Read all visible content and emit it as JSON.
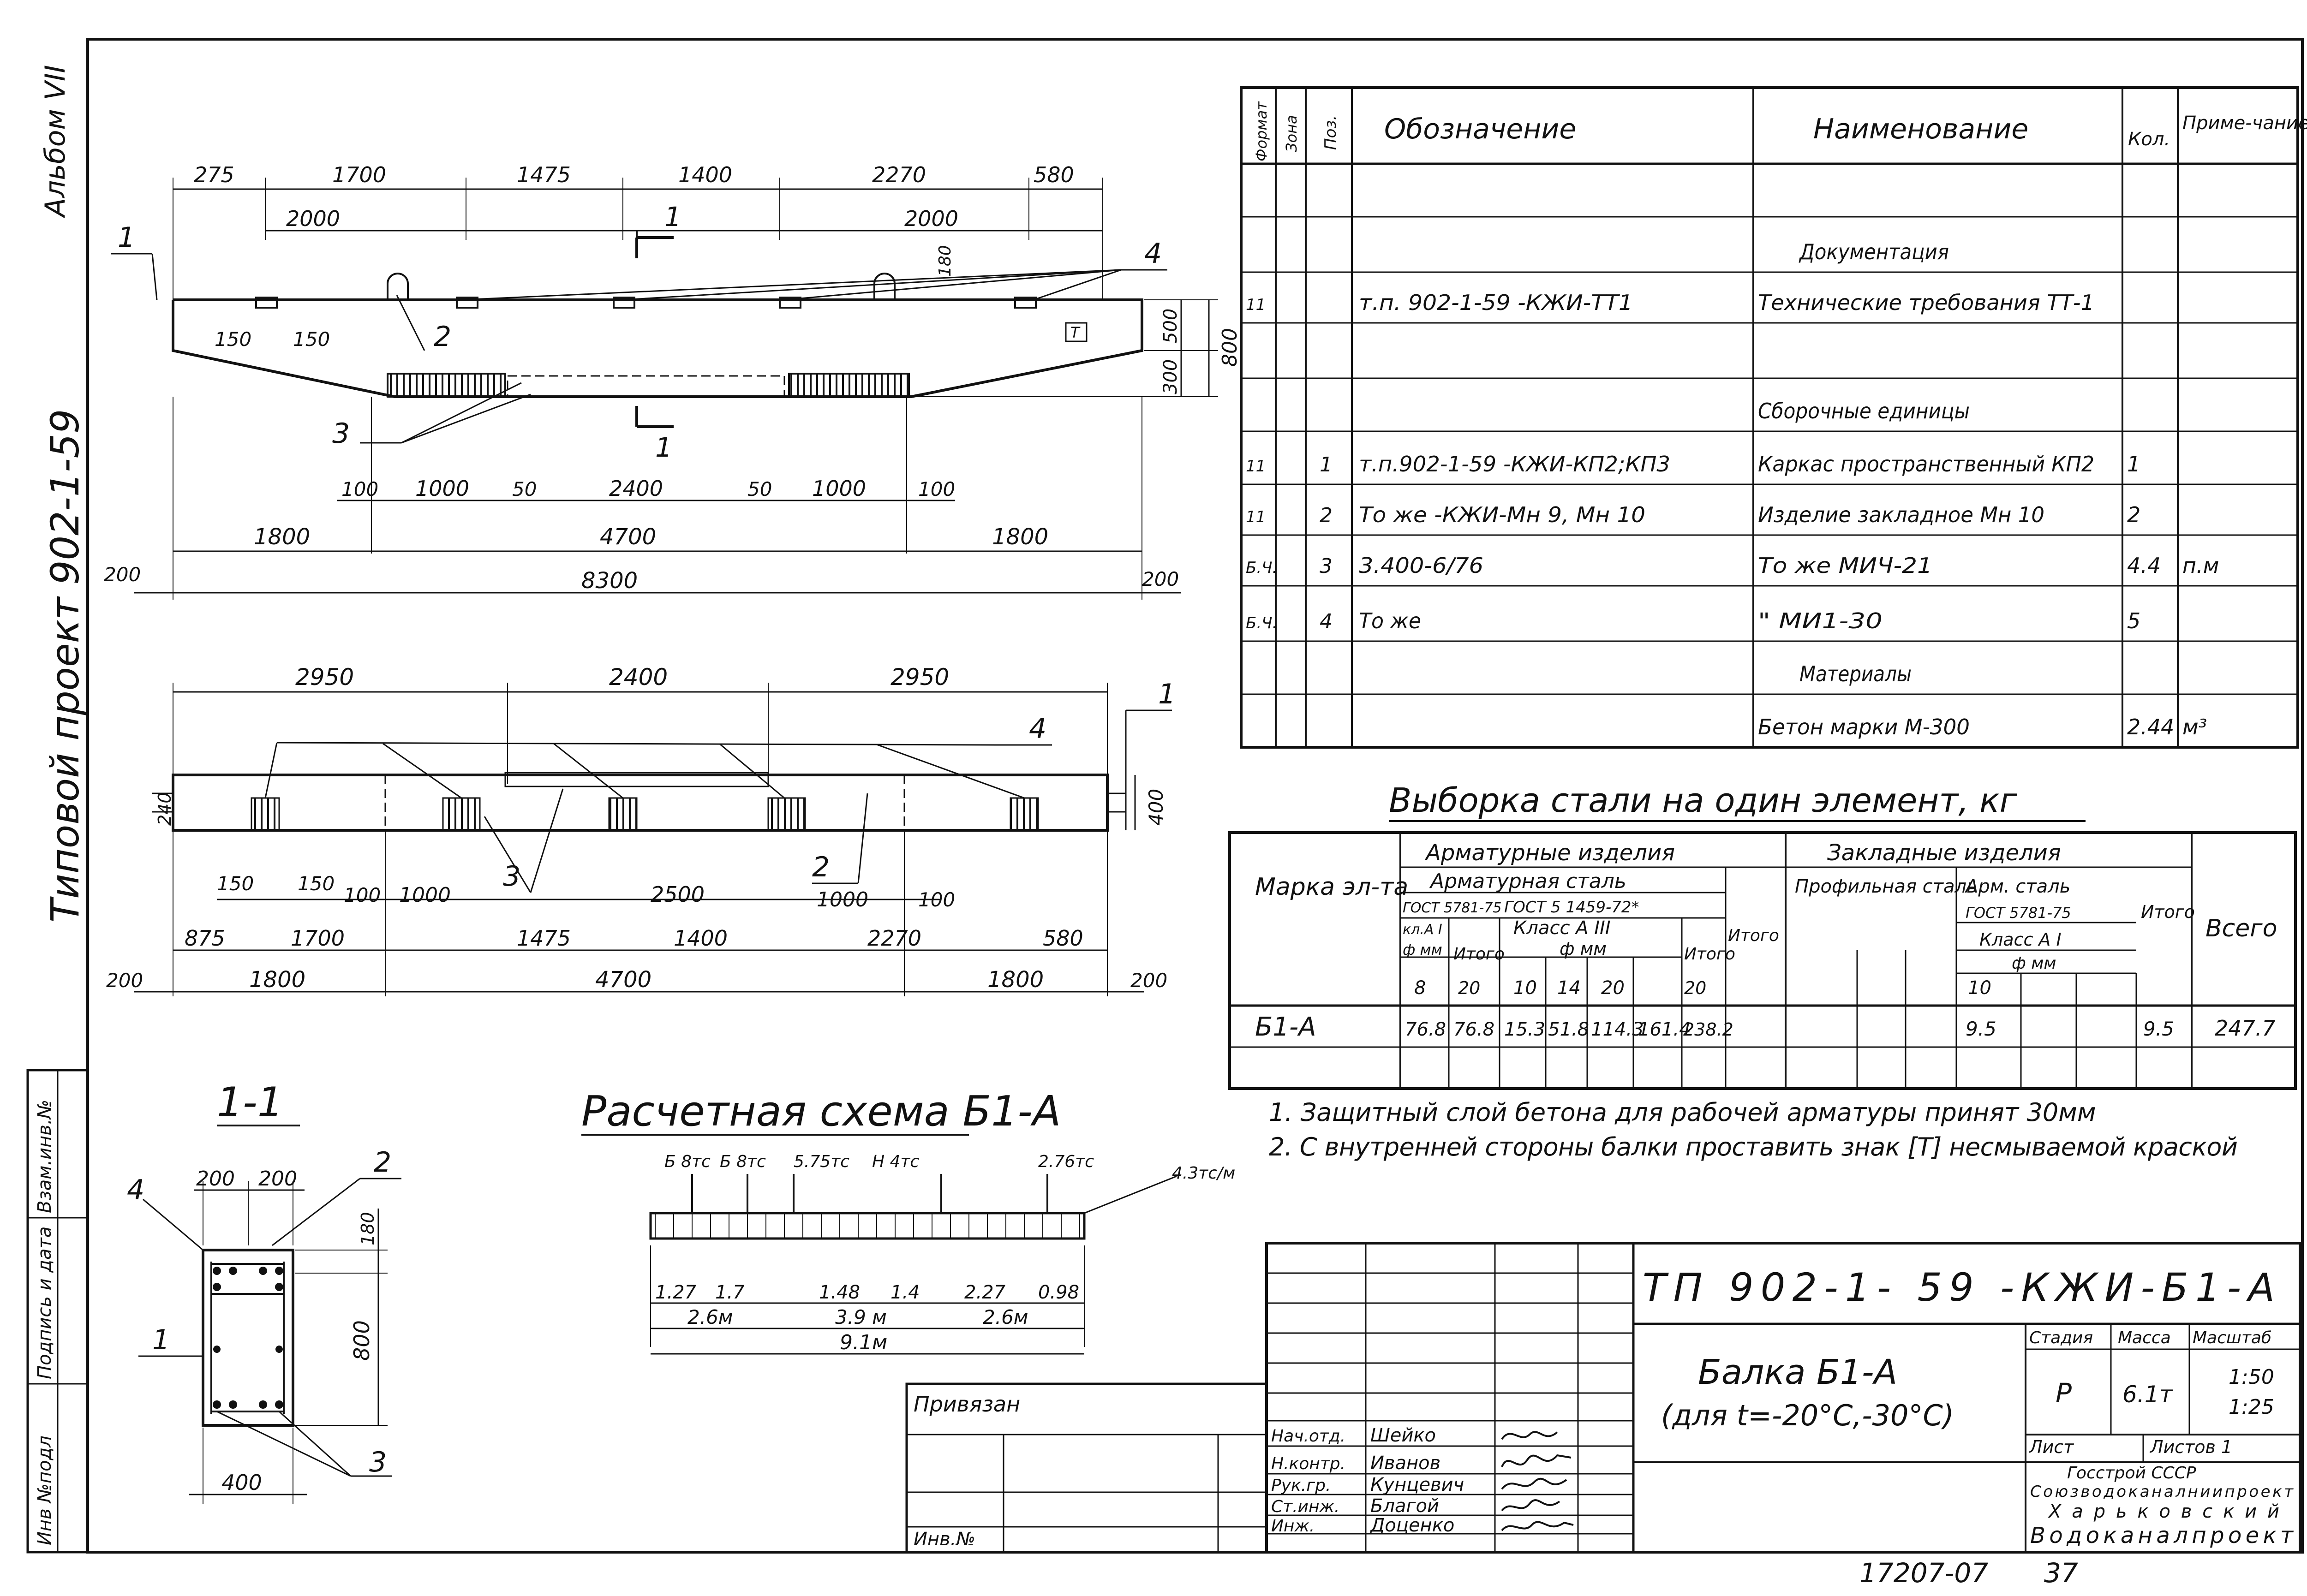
{
  "side": {
    "album": "Альбом VII",
    "project": "Типовой проект 902-1-59",
    "stamp_labels": [
      "Инв №подл",
      "Подпись и дата",
      "Взам.инв.№"
    ]
  },
  "elevation": {
    "top_dims": [
      "275",
      "1700",
      "1475",
      "1400",
      "2270",
      "580"
    ],
    "bracket_dims": [
      "2000",
      "2000"
    ],
    "callouts": [
      "1",
      "2",
      "3",
      "4"
    ],
    "local_dims": [
      "150",
      "150",
      "180"
    ],
    "section_mark": "1",
    "height_dims": [
      "500",
      "800",
      "300"
    ],
    "bottom_row1": [
      "100",
      "1000",
      "50",
      "2400",
      "50",
      "1000",
      "100"
    ],
    "bottom_row2": [
      "1800",
      "4700",
      "1800"
    ],
    "overall": "8300",
    "end_offsets": [
      "200",
      "200"
    ],
    "marker": "T"
  },
  "plan": {
    "top_dims": [
      "2950",
      "2400",
      "2950"
    ],
    "callouts": [
      "1",
      "4",
      "3",
      "2"
    ],
    "height_dims": [
      "240",
      "400"
    ],
    "row1": [
      "150",
      "150",
      "100",
      "1000",
      "2500",
      "1000",
      "100"
    ],
    "row2": [
      "875",
      "1700",
      "1475",
      "1400",
      "2270",
      "580"
    ],
    "row3": [
      "200",
      "1800",
      "4700",
      "1800",
      "200"
    ]
  },
  "section": {
    "title": "1-1",
    "top_dims": [
      "200",
      "200"
    ],
    "callouts": [
      "4",
      "2",
      "1",
      "3"
    ],
    "right_dims": [
      "180",
      "800"
    ],
    "bottom_dim": "400"
  },
  "scheme": {
    "title": "Расчетная схема Б1-А",
    "loads": [
      "Б 8тс",
      "Б 8тс",
      "5.75тс",
      "Н 4тс",
      "2.76тс",
      "4.3тс/м"
    ],
    "dims_row1": [
      "1.27",
      "1.7",
      "1.48",
      "1.4",
      "2.27",
      "0.98"
    ],
    "dims_row2": [
      "2.6м",
      "3.9 м",
      "2.6м"
    ],
    "dims_total": "9.1м"
  },
  "spec": {
    "headers": [
      "Формат",
      "Зона",
      "Поз.",
      "Обозначение",
      "Наименование",
      "Кол.",
      "Приме-чание"
    ],
    "rows": [
      [
        "",
        "",
        "",
        "",
        "",
        "",
        ""
      ],
      [
        "",
        "",
        "",
        "",
        "Документация",
        "",
        ""
      ],
      [
        "11",
        "",
        "",
        "т.п. 902-1-59 -КЖИ-ТТ1",
        "Технические требования ТТ-1",
        "",
        ""
      ],
      [
        "",
        "",
        "",
        "",
        "",
        "",
        ""
      ],
      [
        "",
        "",
        "",
        "",
        "Сборочные единицы",
        "",
        ""
      ],
      [
        "11",
        "",
        "1",
        "т.п.902-1-59 -КЖИ-КП2;КП3",
        "Каркас пространственный КП2",
        "1",
        ""
      ],
      [
        "11",
        "",
        "2",
        "То же  -КЖИ-Мн 9, Мн 10",
        "Изделие закладное Мн 10",
        "2",
        ""
      ],
      [
        "Б.Ч.",
        "",
        "3",
        "3.400-6/76",
        "То же   МИЧ-21",
        "4.4",
        "п.м"
      ],
      [
        "Б.Ч.",
        "",
        "4",
        "То же",
        "\"   МИ1-30",
        "5",
        ""
      ],
      [
        "",
        "",
        "",
        "",
        "Материалы",
        "",
        ""
      ],
      [
        "",
        "",
        "",
        "",
        "Бетон марки М-300",
        "2.44",
        "м³"
      ]
    ]
  },
  "steel": {
    "title": "Выборка стали на один элемент, кг",
    "h_mark": "Марка эл-та",
    "h_arm_products": "Арматурные изделия",
    "h_arm_steel": "Арматурная сталь",
    "h_gost1": "ГОСТ 5781-75",
    "h_gost2": "ГОСТ 5 1459-72*",
    "h_class_ai": "кл.А I",
    "h_class_aiii": "Класс А III",
    "h_dia": "ф мм",
    "h_itogo": "Итого",
    "h_embedded": "Закладные изделия",
    "h_profile": "Профильная сталь",
    "h_arm_steel2": "Арм. сталь",
    "h_gost3": "ГОСТ 5781-75",
    "h_class_ai2": "Класс А I",
    "h_total": "Всего",
    "dia_values": [
      "8",
      "10",
      "14",
      "20",
      "10"
    ],
    "row": {
      "mark": "Б1-А",
      "a8": "76.8",
      "itogo1": "76.8",
      "a10": "15.3",
      "a14": "51.8",
      "a20": "114.3",
      "itogo2": "161.4",
      "itogo3": "238.2",
      "e10": "9.5",
      "itogo4": "9.5",
      "total": "247.7"
    }
  },
  "notes": [
    "1. Защитный слой бетона для рабочей арматуры принят 30мм",
    "2. С внутренней стороны балки проставить знак [Т] несмываемой краской"
  ],
  "titleblock": {
    "code": "ТП 902-1-  59  -КЖИ-Б1-А",
    "name1": "Балка Б1-А",
    "name2": "(для t=-20°С,-30°С)",
    "h_stage": "Стадия",
    "h_mass": "Масса",
    "h_scale": "Масштаб",
    "stage": "Р",
    "mass": "6.1т",
    "scale": "1:50\n1:25",
    "sheet": "Лист",
    "sheets": "Листов 1",
    "org1": "Госстрой СССР",
    "org2": "Союзводоканалниипроект",
    "org3": "Харьковский",
    "org4": "Водоканалпроект",
    "privyazan": "Привязан",
    "inv": "Инв.№",
    "roles": [
      "Нач.отд.",
      "Н.контр.",
      "Рук.гр.",
      "Ст.инж.",
      "Инж."
    ],
    "names": [
      "Шейко",
      "Иванов",
      "Кунцевич",
      "Благой",
      "Доценко"
    ]
  },
  "footer": {
    "number": "17207-07",
    "page": "37"
  }
}
